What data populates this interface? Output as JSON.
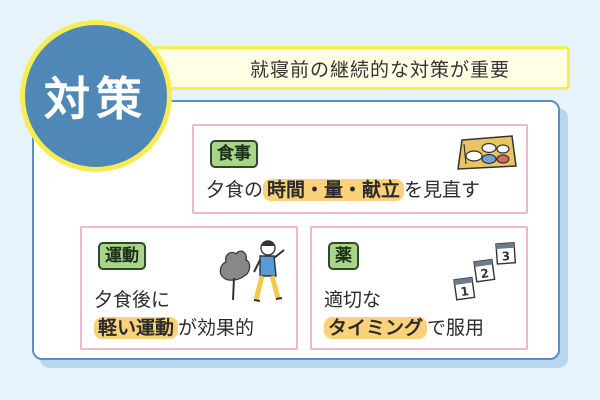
{
  "header": {
    "circle_title": "対策",
    "banner_text": "就寝前の継続的な対策が重要"
  },
  "cards": {
    "food": {
      "tag": "食事",
      "line_pre": "夕食の",
      "highlight": "時間・量・献立",
      "line_post": "を見直す",
      "icon": "meal-tray-icon"
    },
    "exercise": {
      "tag": "運動",
      "line1": "夕食後に",
      "highlight": "軽い運動",
      "line2_post": "が効果的",
      "icon": "walking-person-icon"
    },
    "medicine": {
      "tag": "薬",
      "line1": "適切な",
      "highlight": "タイミング",
      "line2_post": "で服用",
      "icon": "calendar-steps-icon",
      "numbers": [
        "1",
        "2",
        "3"
      ]
    }
  },
  "colors": {
    "background": "#e6f3fb",
    "panel_border": "#5b8fc0",
    "circle_fill": "#4f87b6",
    "accent_yellow": "#f7ec52",
    "card_border": "#f0b8c8",
    "tag_green": "#a8d58a",
    "highlight_orange": "#fbd27a"
  }
}
